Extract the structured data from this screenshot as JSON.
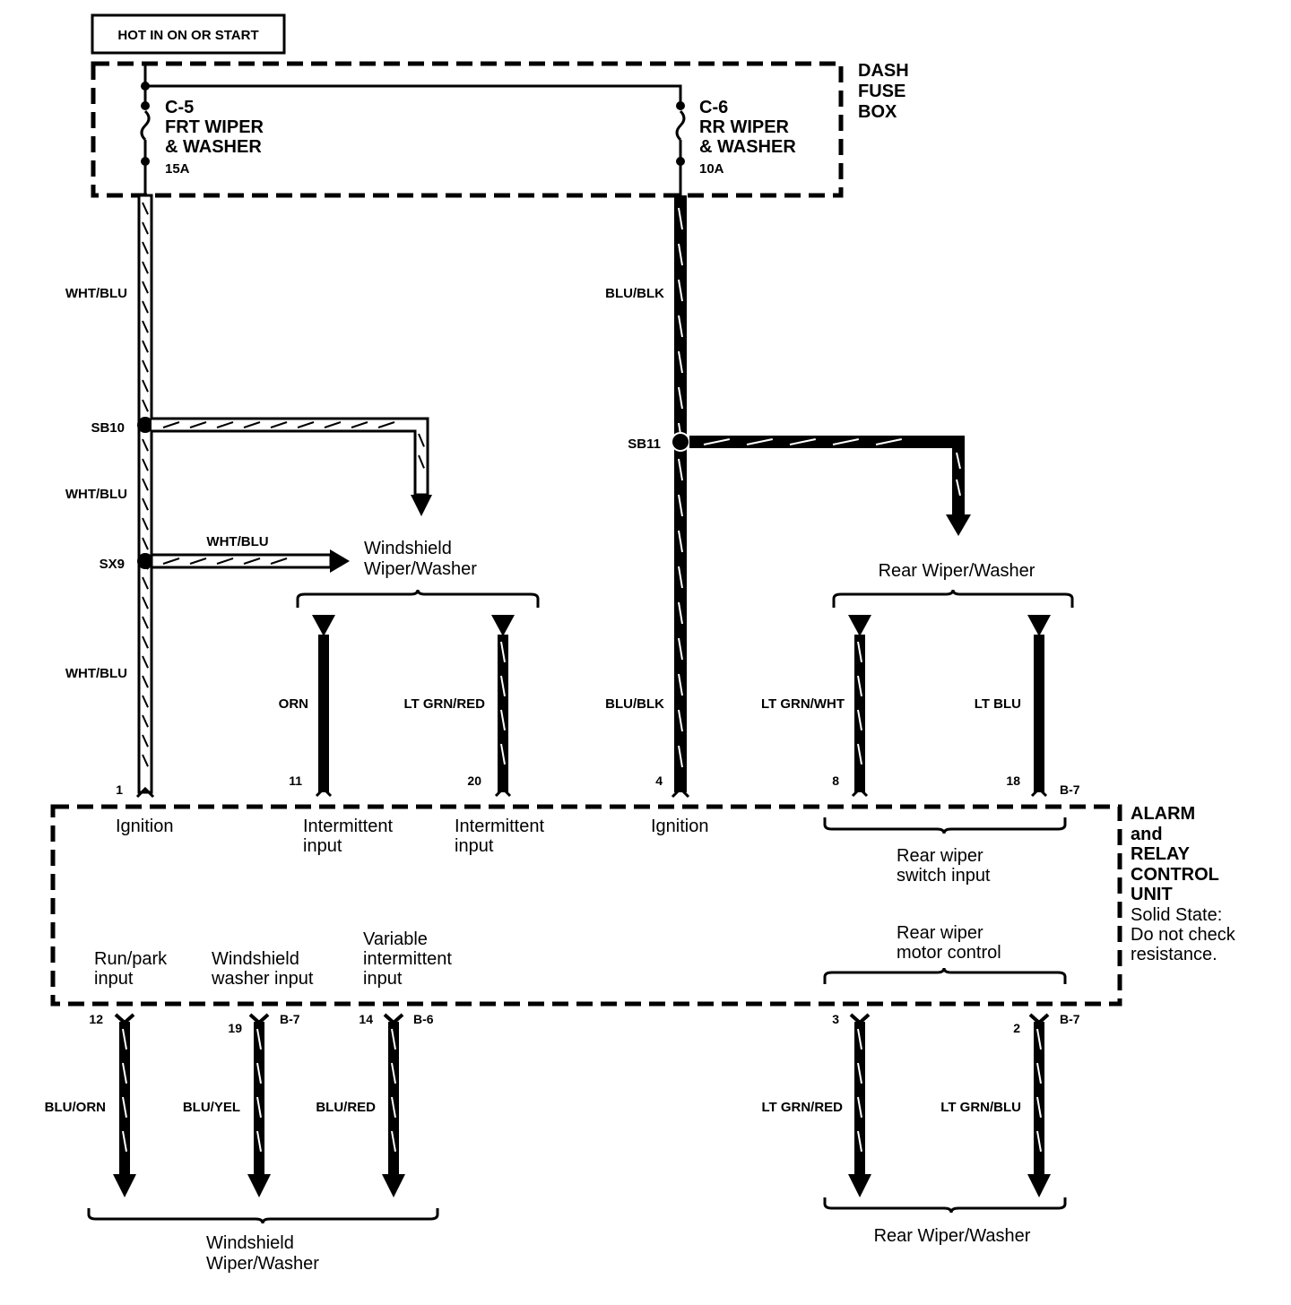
{
  "power_source": "HOT IN ON OR START",
  "fuse_box": {
    "title": [
      "DASH",
      "FUSE",
      "BOX"
    ],
    "fuses": [
      {
        "id": "C-5",
        "name": [
          "FRT WIPER",
          "& WASHER"
        ],
        "rating": "15A"
      },
      {
        "id": "C-6",
        "name": [
          "RR WIPER",
          "& WASHER"
        ],
        "rating": "10A"
      }
    ]
  },
  "wires": {
    "front_upper": "WHT/BLU",
    "front_middle": "WHT/BLU",
    "front_lower": "WHT/BLU",
    "sx9_branch": "WHT/BLU",
    "rear_upper": "BLU/BLK",
    "rear_lower": "BLU/BLK",
    "intermittent_11": "ORN",
    "intermittent_20": "LT GRN/RED",
    "rear_switch_8": "LT GRN/WHT",
    "rear_switch_18": "LT BLU",
    "runpark_12": "BLU/ORN",
    "washer_19": "BLU/YEL",
    "variable_14": "BLU/RED",
    "rear_motor_3": "LT GRN/RED",
    "rear_motor_2": "LT GRN/BLU"
  },
  "splices": {
    "sb10": "SB10",
    "sx9": "SX9",
    "sb11": "SB11"
  },
  "destinations": {
    "windshield_top": [
      "Windshield",
      "Wiper/Washer"
    ],
    "rear_top": "Rear Wiper/Washer",
    "windshield_bottom": [
      "Windshield",
      "Wiper/Washer"
    ],
    "rear_bottom": "Rear Wiper/Washer"
  },
  "control_unit": {
    "title": [
      "ALARM",
      "and",
      "RELAY",
      "CONTROL",
      "UNIT"
    ],
    "note": [
      "Solid State:",
      "Do not check",
      "resistance."
    ],
    "top_pins": [
      "1",
      "11",
      "20",
      "4",
      "8",
      "18"
    ],
    "bottom_pins": [
      "12",
      "19",
      "14",
      "3",
      "2"
    ],
    "connectors": {
      "top_right": "B-7",
      "b19": "B-7",
      "b14": "B-6",
      "b2": "B-7"
    },
    "inputs": {
      "ign1": "Ignition",
      "int11": [
        "Intermittent",
        "input"
      ],
      "int20": [
        "Intermittent",
        "input"
      ],
      "ign4": "Ignition",
      "rear_switch": [
        "Rear wiper",
        "switch input"
      ],
      "runpark": [
        "Run/park",
        "input"
      ],
      "washer": [
        "Windshield",
        "washer input"
      ],
      "variable": [
        "Variable",
        "intermittent",
        "input"
      ],
      "rear_motor": [
        "Rear wiper",
        "motor control"
      ]
    }
  }
}
